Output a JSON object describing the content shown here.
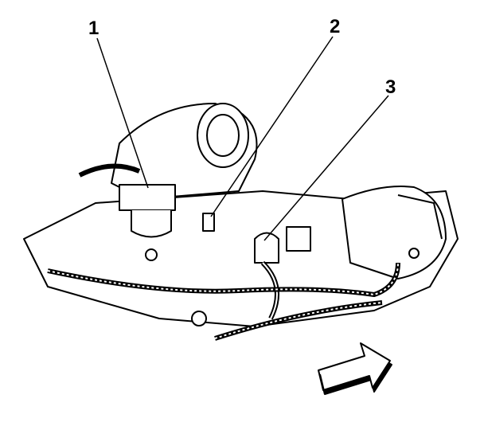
{
  "diagram": {
    "callouts": [
      {
        "label": "1"
      },
      {
        "label": "2"
      },
      {
        "label": "3"
      }
    ],
    "colors": {
      "ink": "#000000",
      "background": "#ffffff"
    },
    "direction_arrow": {
      "icon": "forward-arrow-icon"
    }
  }
}
